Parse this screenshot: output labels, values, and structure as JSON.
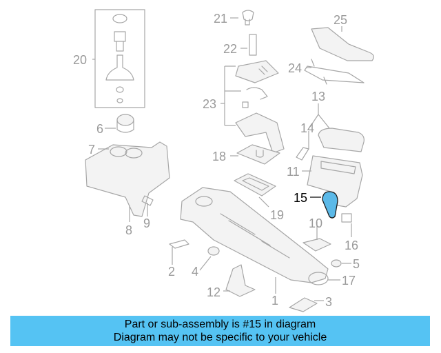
{
  "callouts": {
    "c1": "1",
    "c2": "2",
    "c3": "3",
    "c4": "4",
    "c5": "5",
    "c6": "6",
    "c7": "7",
    "c8": "8",
    "c9": "9",
    "c10": "10",
    "c11": "11",
    "c12": "12",
    "c13": "13",
    "c14": "14",
    "c15": "15",
    "c16": "16",
    "c17": "17",
    "c18": "18",
    "c19": "19",
    "c20": "20",
    "c21": "21",
    "c22": "22",
    "c23": "23",
    "c24": "24",
    "c25": "25"
  },
  "highlight": {
    "part": "15",
    "color": "#5bb9e8"
  },
  "banner": {
    "line1": "Part or sub-assembly is #15 in diagram",
    "line2": "Diagram may not be specific to your vehicle",
    "background": "#55c3f3"
  }
}
